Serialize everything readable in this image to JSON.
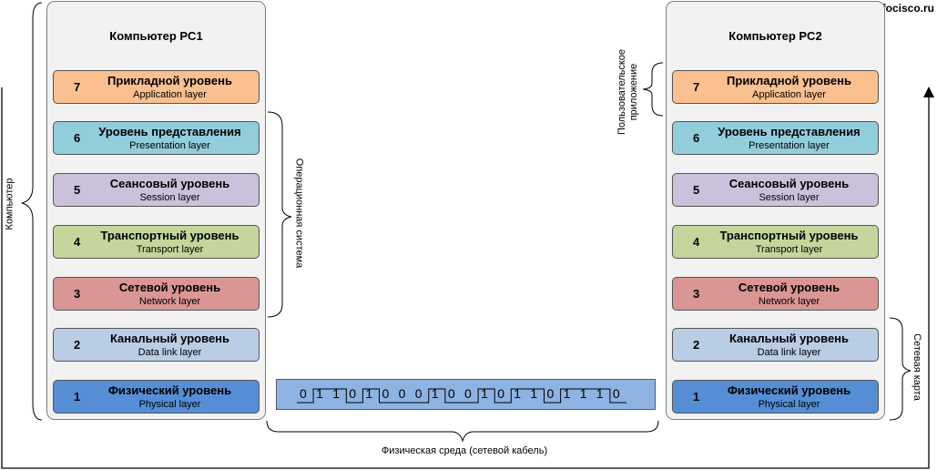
{
  "brand": "infocisco.ru",
  "pc1": {
    "title": "Компьютер PC1"
  },
  "pc2": {
    "title": "Компьютер PC2"
  },
  "layers": [
    {
      "num": "7",
      "ru": "Прикладной уровень",
      "en": "Application layer",
      "color": "#fac090"
    },
    {
      "num": "6",
      "ru": "Уровень представления",
      "en": "Presentation layer",
      "color": "#92cddc"
    },
    {
      "num": "5",
      "ru": "Сеансовый уровень",
      "en": "Session layer",
      "color": "#ccc1da"
    },
    {
      "num": "4",
      "ru": "Транспортный уровень",
      "en": "Transport layer",
      "color": "#c3d69b"
    },
    {
      "num": "3",
      "ru": "Сетевой уровень",
      "en": "Network layer",
      "color": "#d99694"
    },
    {
      "num": "2",
      "ru": "Канальный уровень",
      "en": "Data link layer",
      "color": "#b9cde5"
    },
    {
      "num": "1",
      "ru": "Физический уровень",
      "en": "Physical layer",
      "color": "#558ed5"
    }
  ],
  "bits": [
    "0",
    "1",
    "1",
    "0",
    "1",
    "0",
    "0",
    "0",
    "1",
    "0",
    "0",
    "1",
    "0",
    "1",
    "1",
    "0",
    "1",
    "1",
    "1",
    "0"
  ],
  "labels": {
    "computer": "Компьютер",
    "os": "Операционная система",
    "user_app": "Пользовательское\nприложение",
    "nic": "Сетевая карта",
    "medium": "Физическая среда (сетевой кабель)"
  }
}
